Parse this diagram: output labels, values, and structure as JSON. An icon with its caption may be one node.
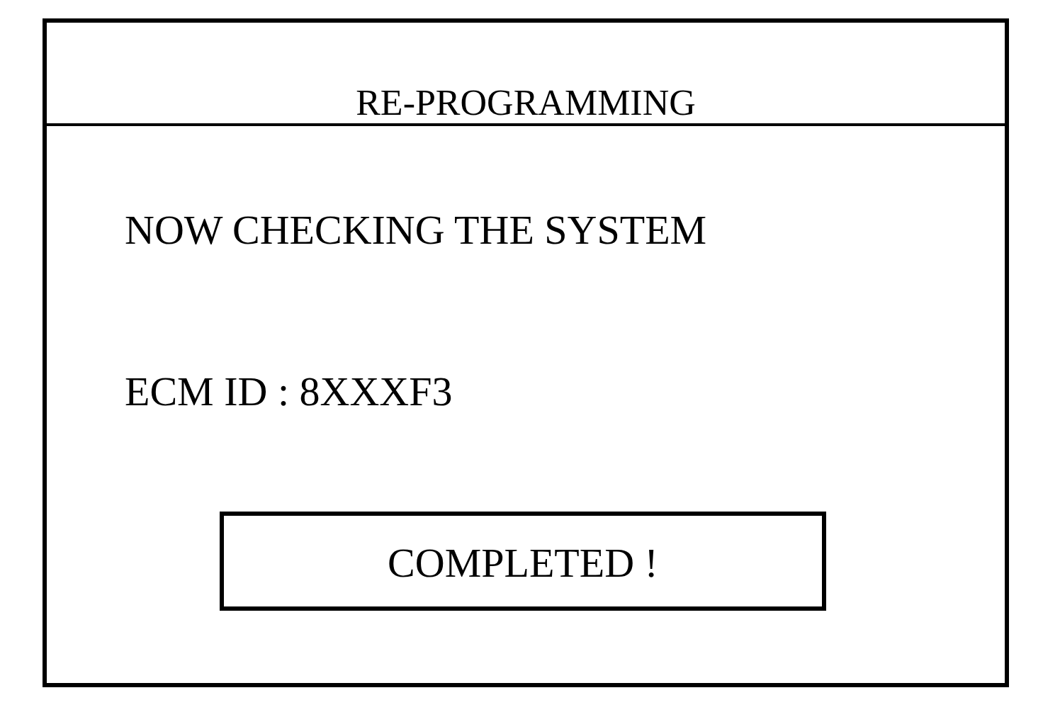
{
  "diagram": {
    "nodes": [
      {
        "text": [
          "RE-PROGRAMMING",
          "NOW CHECKING THE SYSTEM",
          "ECM ID : 8XXXF3"
        ]
      },
      {
        "text": [
          "COMPLETED !"
        ],
        "in": 0
      }
    ]
  }
}
